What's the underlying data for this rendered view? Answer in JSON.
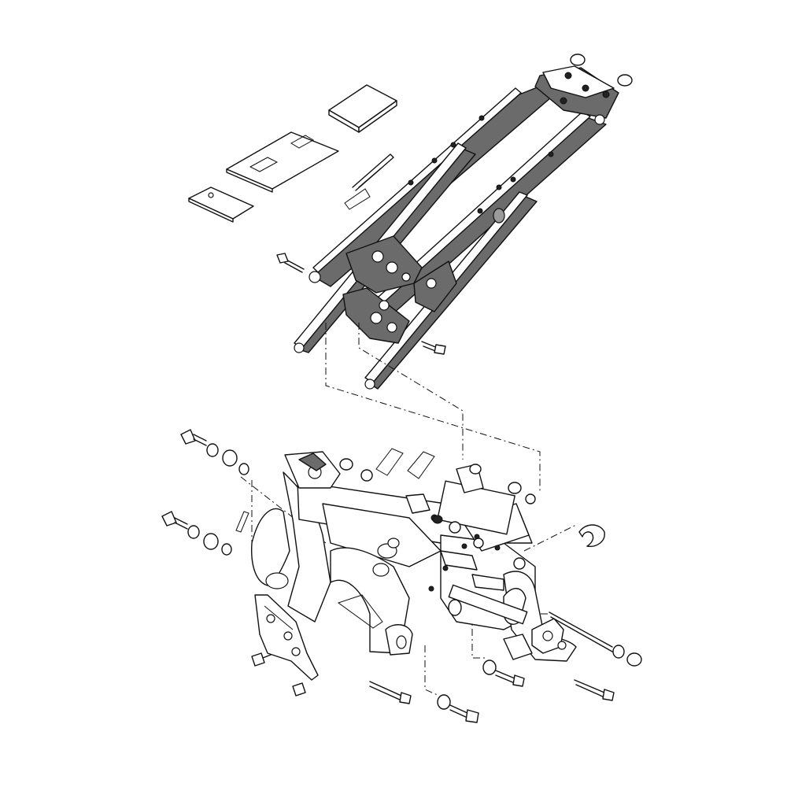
{
  "diagram": {
    "parts": [
      {
        "name": "rear-subframe",
        "icon": "rear-subframe-icon"
      },
      {
        "name": "main-frame",
        "icon": "main-frame-icon"
      },
      {
        "name": "warning-label",
        "icon": "label-icon"
      },
      {
        "name": "mounting-bolt",
        "icon": "bolt-icon"
      },
      {
        "name": "spacer-collar",
        "icon": "collar-icon"
      },
      {
        "name": "rubber-damper",
        "icon": "damper-icon"
      },
      {
        "name": "side-bracket",
        "icon": "bracket-icon"
      },
      {
        "name": "circlip",
        "icon": "circlip-icon"
      }
    ],
    "colors": {
      "line": "#111111",
      "shade": "#6b6b6b",
      "background": "#ffffff"
    }
  }
}
